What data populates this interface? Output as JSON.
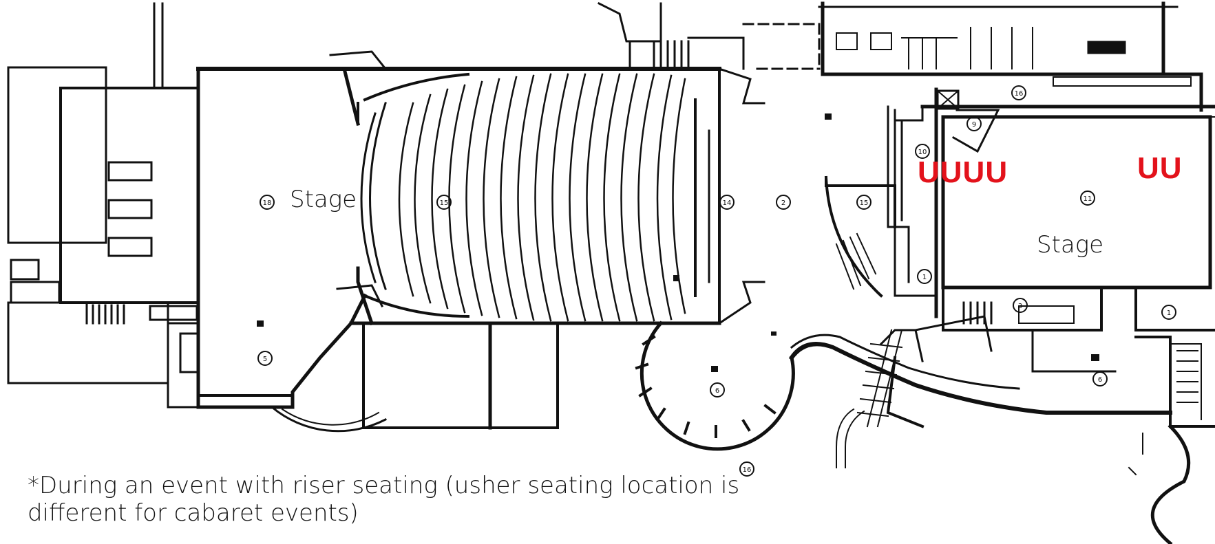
{
  "labels": {
    "stage_left": "Stage",
    "stage_right": "Stage",
    "usher_left": "UUUU",
    "usher_right": "UU"
  },
  "footnote": "*During an event with riser seating (usher seating location is different for cabaret events)",
  "room_markers": [
    "18",
    "15",
    "14",
    "2",
    "15",
    "16",
    "9",
    "10",
    "11",
    "1",
    "3",
    "1",
    "6",
    "6",
    "5",
    "16"
  ],
  "colors": {
    "walls": "#111111",
    "usher_marker": "#e3121b"
  }
}
